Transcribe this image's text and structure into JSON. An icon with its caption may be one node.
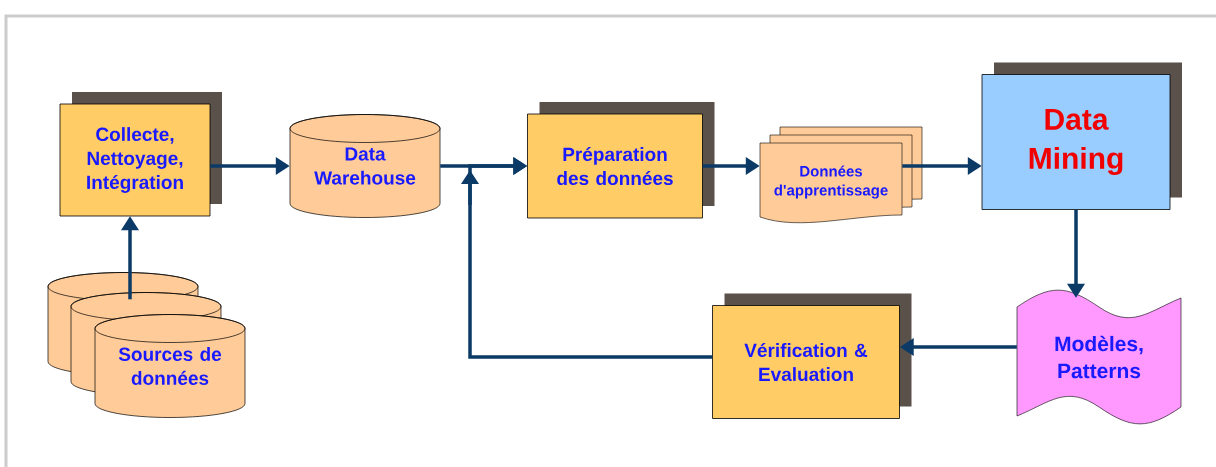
{
  "diagram": {
    "nodes": [
      {
        "text": [
          "Collecte, Nettoyage, Intégration"
        ]
      },
      {
        "text": [
          "Data Warehouse"
        ]
      },
      {
        "text": [
          "Sources de données"
        ]
      },
      {
        "text": [
          "Préparation des données"
        ]
      },
      {
        "text": [
          "Données d'apprentissage"
        ]
      },
      {
        "text": [
          "Data Mining"
        ]
      },
      {
        "text": [
          "Modèles, Patterns"
        ]
      },
      {
        "text": [
          "Vérification & Evaluation"
        ]
      }
    ],
    "edges": [
      {
        "from": 2,
        "to": 0,
        "arrow": "to"
      },
      {
        "from": 0,
        "to": 1,
        "arrow": "to"
      },
      {
        "from": 1,
        "to": 3,
        "arrow": "to"
      },
      {
        "from": 3,
        "to": 4,
        "arrow": "to"
      },
      {
        "from": 4,
        "to": 5,
        "arrow": "to"
      },
      {
        "from": 5,
        "to": 6,
        "arrow": "to"
      },
      {
        "from": 6,
        "to": 7,
        "arrow": "to"
      },
      {
        "from": 7,
        "to": 3,
        "arrow": "to"
      }
    ]
  }
}
